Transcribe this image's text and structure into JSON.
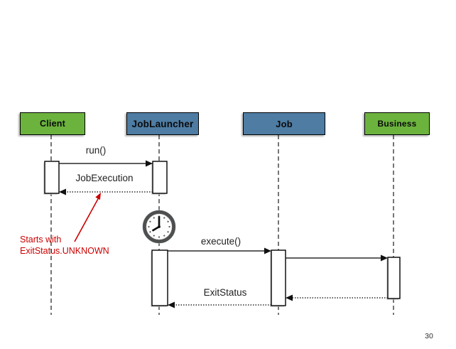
{
  "page": {
    "number": "30",
    "background": "#FFFFFF"
  },
  "diagram": {
    "type": "uml-sequence",
    "colors": {
      "participant_green": "#6CB33E",
      "participant_blue": "#4E7CA3",
      "note_red": "#CC0000",
      "line_black": "#2B2B2B"
    },
    "participants": [
      {
        "label": "Client",
        "fill": "#6CB33E"
      },
      {
        "label": "JobLauncher",
        "fill": "#4E7CA3"
      },
      {
        "label": "Job",
        "fill": "#4E7CA3"
      },
      {
        "label": "Business",
        "fill": "#6CB33E"
      }
    ],
    "messages": [
      {
        "label": "run()",
        "from": "Client",
        "to": "JobLauncher",
        "kind": "call"
      },
      {
        "label": "JobExecution",
        "from": "JobLauncher",
        "to": "Client",
        "kind": "return"
      },
      {
        "label": "execute()",
        "from": "JobLauncher",
        "to": "Job",
        "kind": "call"
      },
      {
        "label": "",
        "from": "Job",
        "to": "Business",
        "kind": "call"
      },
      {
        "label": "",
        "from": "Business",
        "to": "Job",
        "kind": "return"
      },
      {
        "label": "ExitStatus",
        "from": "Job",
        "to": "JobLauncher",
        "kind": "return"
      }
    ],
    "note": {
      "lines": [
        "Starts with",
        "ExitStatus.UNKNOWN"
      ],
      "color": "#CC0000",
      "points_to": "JobExecution return message"
    },
    "icons": [
      {
        "name": "clock-icon",
        "on": "JobLauncher lifeline"
      }
    ]
  }
}
